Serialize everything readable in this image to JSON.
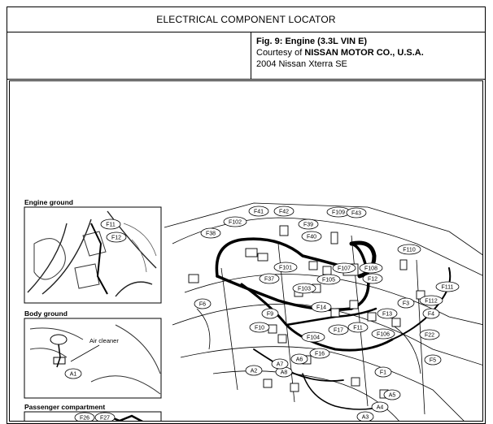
{
  "header": {
    "title": "ELECTRICAL COMPONENT LOCATOR"
  },
  "info": {
    "fig": "Fig. 9: Engine (3.3L VIN E)",
    "courtesy_prefix": "Courtesy of ",
    "courtesy_org": "NISSAN MOTOR CO., U.S.A.",
    "vehicle": "2004 Nissan Xterra SE"
  },
  "diagram": {
    "sections": {
      "engine_ground": "Engine ground",
      "body_ground": "Body ground",
      "passenger": "Passenger compartment",
      "air_cleaner": "Air cleaner"
    },
    "connectors": [
      "F11",
      "F12",
      "A1",
      "F26",
      "F27",
      "F41",
      "F42",
      "F39",
      "F40",
      "F109",
      "F43",
      "F102",
      "F38",
      "F101",
      "F37",
      "F107",
      "F105",
      "F103",
      "F108",
      "F110",
      "F6",
      "F12",
      "F111",
      "F112",
      "F9",
      "F14",
      "F3",
      "F13",
      "F4",
      "F10",
      "F104",
      "F17",
      "F11",
      "F106",
      "F22",
      "F5",
      "F16",
      "A8",
      "A6",
      "A7",
      "A2",
      "F1",
      "A5",
      "A4",
      "A3"
    ]
  }
}
